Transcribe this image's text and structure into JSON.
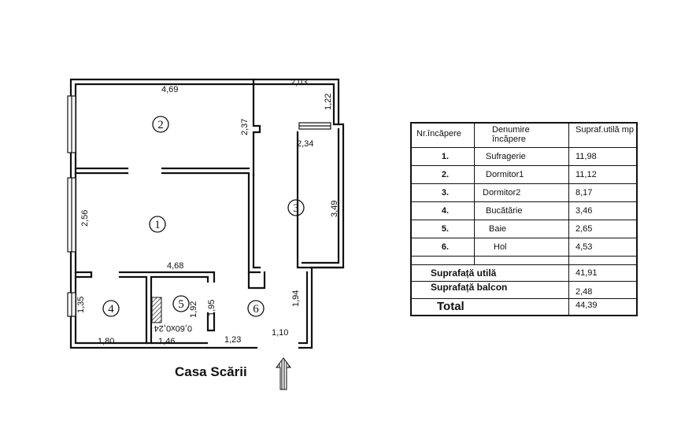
{
  "plan": {
    "room_labels": [
      "1",
      "2",
      "3",
      "4",
      "5",
      "6"
    ],
    "dimensions": {
      "r2_width": "4,69",
      "r2_height": "2,37",
      "top_hall": "2,03",
      "hall_right": "1,22",
      "balcony": "2,34",
      "r3_height": "3,49",
      "r1_height": "2,56",
      "r1_width": "4,68",
      "r4_height": "1,35",
      "r4_width": "1,80",
      "r5_height": "1,92",
      "r5_width": "1,46",
      "r5_height_b": "1,95",
      "r6_width": "1,23",
      "hall_entry_height": "1,94",
      "entry_width": "1,10"
    },
    "duct_label": "0,60x0,24",
    "caption": "Casa Scării"
  },
  "table": {
    "headers": {
      "nr": "Nr.încăpere",
      "denumire": "Denumire încăpere",
      "supraf": "Supraf.utilă mp"
    },
    "rows": [
      {
        "nr": "1.",
        "name": "Sufragerie",
        "area": "11,98"
      },
      {
        "nr": "2.",
        "name": "Dormitor1",
        "area": "11,12"
      },
      {
        "nr": "3.",
        "name": "Dormitor2",
        "area": "8,17"
      },
      {
        "nr": "4.",
        "name": "Bucătărie",
        "area": "3,46"
      },
      {
        "nr": "5.",
        "name": "Baie",
        "area": "2,65"
      },
      {
        "nr": "6.",
        "name": "Hol",
        "area": "4,53"
      }
    ],
    "utila": {
      "label": "Suprafață utilă",
      "value": "41,91"
    },
    "balcon": {
      "label": "Suprafață balcon",
      "value": "2,48"
    },
    "total": {
      "label": "Total",
      "value": "44,39"
    }
  }
}
